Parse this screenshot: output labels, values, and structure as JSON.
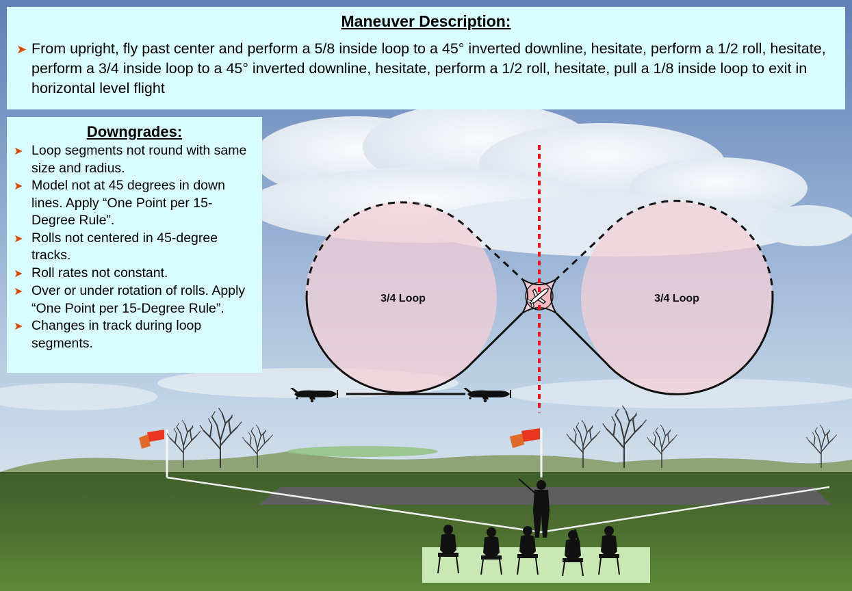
{
  "description": {
    "title": "Maneuver Description:",
    "text": "From upright, fly past center and perform a 5/8 inside loop to a 45° inverted downline, hesitate, perform a 1/2 roll, hesitate, perform a 3/4 inside loop to a 45° inverted downline, hesitate, perform a 1/2 roll, hesitate, pull a 1/8 inside loop to exit in horizontal level flight"
  },
  "downgrades": {
    "title": "Downgrades:",
    "items": [
      {
        "text": "Loop segments not round with same size and radius."
      },
      {
        "text": "Model not at 45 degrees in down lines. Apply “One Point per 15-Degree Rule”."
      },
      {
        "text": "Rolls not centered in 45-degree tracks."
      },
      {
        "text": "Roll rates not constant."
      },
      {
        "text": "Over or under rotation of rolls. Apply “One Point per 15-Degree Rule”."
      },
      {
        "text": "Changes in track during loop segments."
      }
    ]
  },
  "diagram": {
    "left_loop_label": "3/4 Loop",
    "right_loop_label": "3/4 Loop"
  },
  "colors": {
    "panel_bg": "#d9fdfe",
    "bullet_arrow": "#d44a00",
    "loop_fill": "#f4cfd6",
    "center_line": "#e8141b",
    "flag": "#e8361f"
  },
  "icons": [
    "arrow-bullet-icon",
    "airplane-icon",
    "flag-icon",
    "tree-icon",
    "pilot-icon",
    "judge-icon"
  ]
}
